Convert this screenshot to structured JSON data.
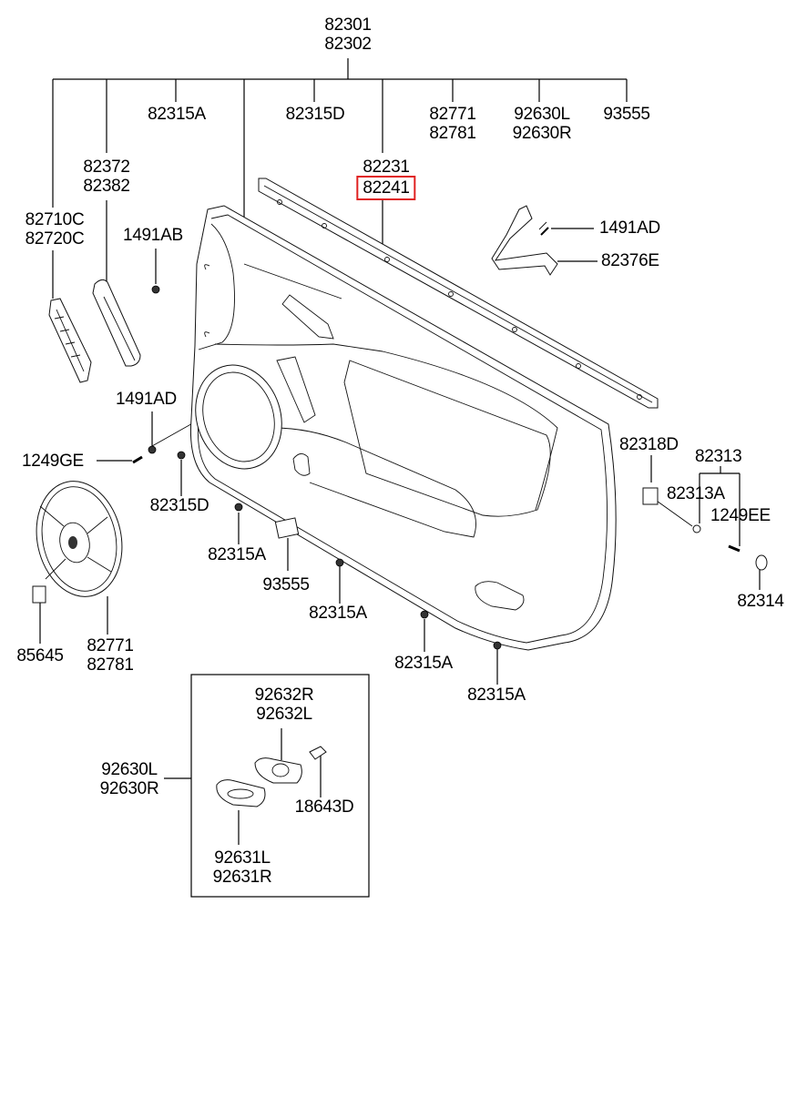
{
  "diagram": {
    "type": "exploded-parts-diagram",
    "subject": "front door trim panel assembly",
    "highlight_color": "#e02020",
    "highlighted_part": "82241",
    "labels": {
      "assembly_top": [
        "82301",
        "82302"
      ],
      "clip_a_top": "82315A",
      "clip_d_top": "82315D",
      "speaker_top": [
        "82771",
        "82781"
      ],
      "lamp_top": [
        "92630L",
        "92630R"
      ],
      "switch_top": "93555",
      "armrest_pad": [
        "82372",
        "82382"
      ],
      "weatherstrip": [
        "82231",
        "82241"
      ],
      "grille": [
        "82710C",
        "82720C"
      ],
      "clip_1491ab": "1491AB",
      "clip_1491ad_left": "1491AD",
      "screw_1249ge": "1249GE",
      "clip_1491ad_right": "1491AD",
      "bracket_82376e": "82376E",
      "part_82318d": "82318D",
      "group_82313": "82313",
      "part_82313a": "82313A",
      "screw_1249ee": "1249EE",
      "part_82314": "82314",
      "clip_82315d_bottom": "82315D",
      "clip_82315a_1": "82315A",
      "switch_93555": "93555",
      "clip_82315a_2": "82315A",
      "clip_82315a_3": "82315A",
      "clip_82315a_4": "82315A",
      "speaker_bottom": [
        "82771",
        "82781"
      ],
      "pad_85645": "85645"
    },
    "inset": {
      "group_label": [
        "92630L",
        "92630R"
      ],
      "lens": [
        "92632R",
        "92632L"
      ],
      "bulb": "18643D",
      "housing": [
        "92631L",
        "92631R"
      ]
    }
  }
}
